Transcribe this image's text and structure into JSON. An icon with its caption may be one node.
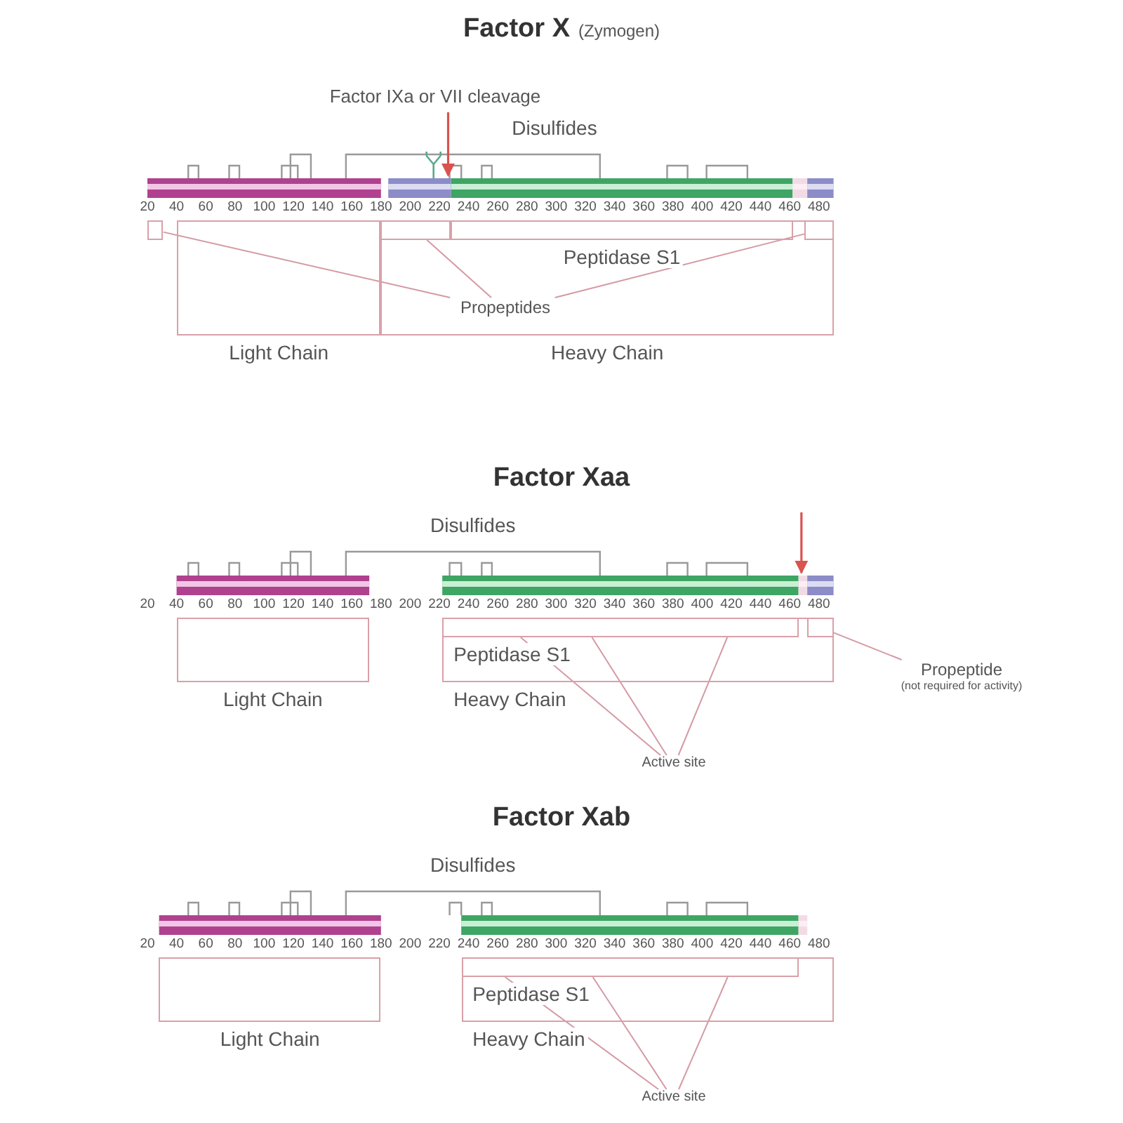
{
  "diagram": {
    "nodes": [
      {
        "text": [
          "Light Chain"
        ]
      },
      {
        "text": [
          "Heavy Chain"
        ]
      },
      {
        "text": [
          "Peptidase S1"
        ],
        "in": 1
      },
      {
        "text": [],
        "shape": "box"
      },
      {
        "text": [],
        "shape": "box",
        "in": 1
      },
      {
        "text": [],
        "shape": "box",
        "in": 1
      },
      {
        "text": [
          "Propeptides"
        ],
        "in": 1
      },
      {
        "text": [
          "Light Chain"
        ]
      },
      {
        "text": [
          "Heavy Chain"
        ]
      },
      {
        "text": [
          "Peptidase S1"
        ],
        "in": 8
      },
      {
        "text": [],
        "shape": "box",
        "in": 8
      },
      {
        "text": [
          "Propeptide",
          "(not required for activity)"
        ]
      },
      {
        "text": [
          "Active site"
        ]
      },
      {
        "text": [
          "Light Chain"
        ]
      },
      {
        "text": [
          "Heavy Chain"
        ]
      },
      {
        "text": [
          "Peptidase S1"
        ],
        "in": 14
      },
      {
        "text": [
          "Active site"
        ]
      }
    ],
    "edges": [
      {
        "from": 6,
        "to": 3,
        "arrow": "none"
      },
      {
        "from": 6,
        "to": 4,
        "arrow": "none"
      },
      {
        "from": 6,
        "to": 5,
        "arrow": "none"
      },
      {
        "from": 11,
        "to": 10,
        "arrow": "none"
      },
      {
        "from": 12,
        "to": 9,
        "arrow": "none"
      },
      {
        "from": 12,
        "to": 9,
        "arrow": "none"
      },
      {
        "from": 12,
        "to": 9,
        "arrow": "none"
      },
      {
        "from": 16,
        "to": 15,
        "arrow": "none"
      },
      {
        "from": 16,
        "to": 15,
        "arrow": "none"
      },
      {
        "from": 16,
        "to": 15,
        "arrow": "none"
      }
    ],
    "labels": [
      "Factor X",
      "(Zymogen)",
      "Factor IXa or VII cleavage",
      "Disulfides",
      "20",
      "40",
      "60",
      "80",
      "100",
      "120",
      "140",
      "160",
      "180",
      "200",
      "220",
      "240",
      "260",
      "280",
      "300",
      "320",
      "340",
      "360",
      "380",
      "400",
      "420",
      "440",
      "460",
      "480",
      "Factor Xaa",
      "Disulfides",
      "20",
      "40",
      "60",
      "80",
      "100",
      "120",
      "140",
      "160",
      "180",
      "200",
      "220",
      "240",
      "260",
      "280",
      "300",
      "320",
      "340",
      "360",
      "380",
      "400",
      "420",
      "440",
      "460",
      "480",
      "Factor Xab",
      "Disulfides",
      "20",
      "40",
      "60",
      "80",
      "100",
      "120",
      "140",
      "160",
      "180",
      "200",
      "220",
      "240",
      "260",
      "280",
      "300",
      "320",
      "340",
      "360",
      "380",
      "400",
      "420",
      "440",
      "460",
      "480"
    ]
  }
}
